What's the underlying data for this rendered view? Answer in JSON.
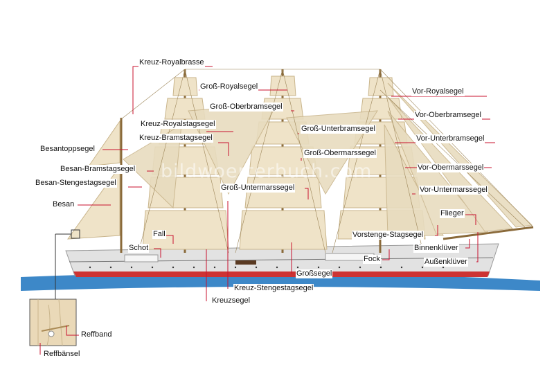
{
  "watermark": "bildwoerterbuch.com",
  "labels": {
    "kreuz_royalbrasse": "Kreuz-Royalbrasse",
    "gross_royalsegel": "Groß-Royalsegel",
    "vor_royalsegel": "Vor-Royalsegel",
    "gross_oberbramsegel": "Groß-Oberbramsegel",
    "vor_oberbramsegel": "Vor-Oberbramsegel",
    "kreuz_royalstagsegel": "Kreuz-Royalstagsegel",
    "gross_unterbramsegel": "Groß-Unterbramsegel",
    "kreuz_bramstagsegel": "Kreuz-Bramstagsegel",
    "vor_unterbramsegel": "Vor-Unterbramsegel",
    "besantoppsegel": "Besantoppsegel",
    "gross_obermarssegel": "Groß-Obermarssegel",
    "vor_obermarssegel": "Vor-Obermarssegel",
    "besan_bramstagsegel": "Besan-Bramstagsegel",
    "besan_stengestagsegel": "Besan-Stengestagsegel",
    "gross_untermarssegel": "Groß-Untermarssegel",
    "vor_untermarssegel": "Vor-Untermarssegel",
    "besan": "Besan",
    "flieger": "Flieger",
    "fall": "Fall",
    "vorstenge_stagsegel": "Vorstenge-Stagsegel",
    "binnenkluever": "Binnenklüver",
    "schot": "Schot",
    "fock": "Fock",
    "aussenkluever": "Außenklüver",
    "grosssegel": "Großsegel",
    "kreuz_stengestagsegel": "Kreuz-Stengestagsegel",
    "kreuzsegel": "Kreuzsegel",
    "reffband": "Reffband",
    "reffbaensel": "Reffbänsel"
  },
  "colors": {
    "leader": "#c8102e",
    "sail": "#efe3c8",
    "sail_shade": "#d9c6a0",
    "hull": "#dedede",
    "water": "#3d88c8"
  }
}
